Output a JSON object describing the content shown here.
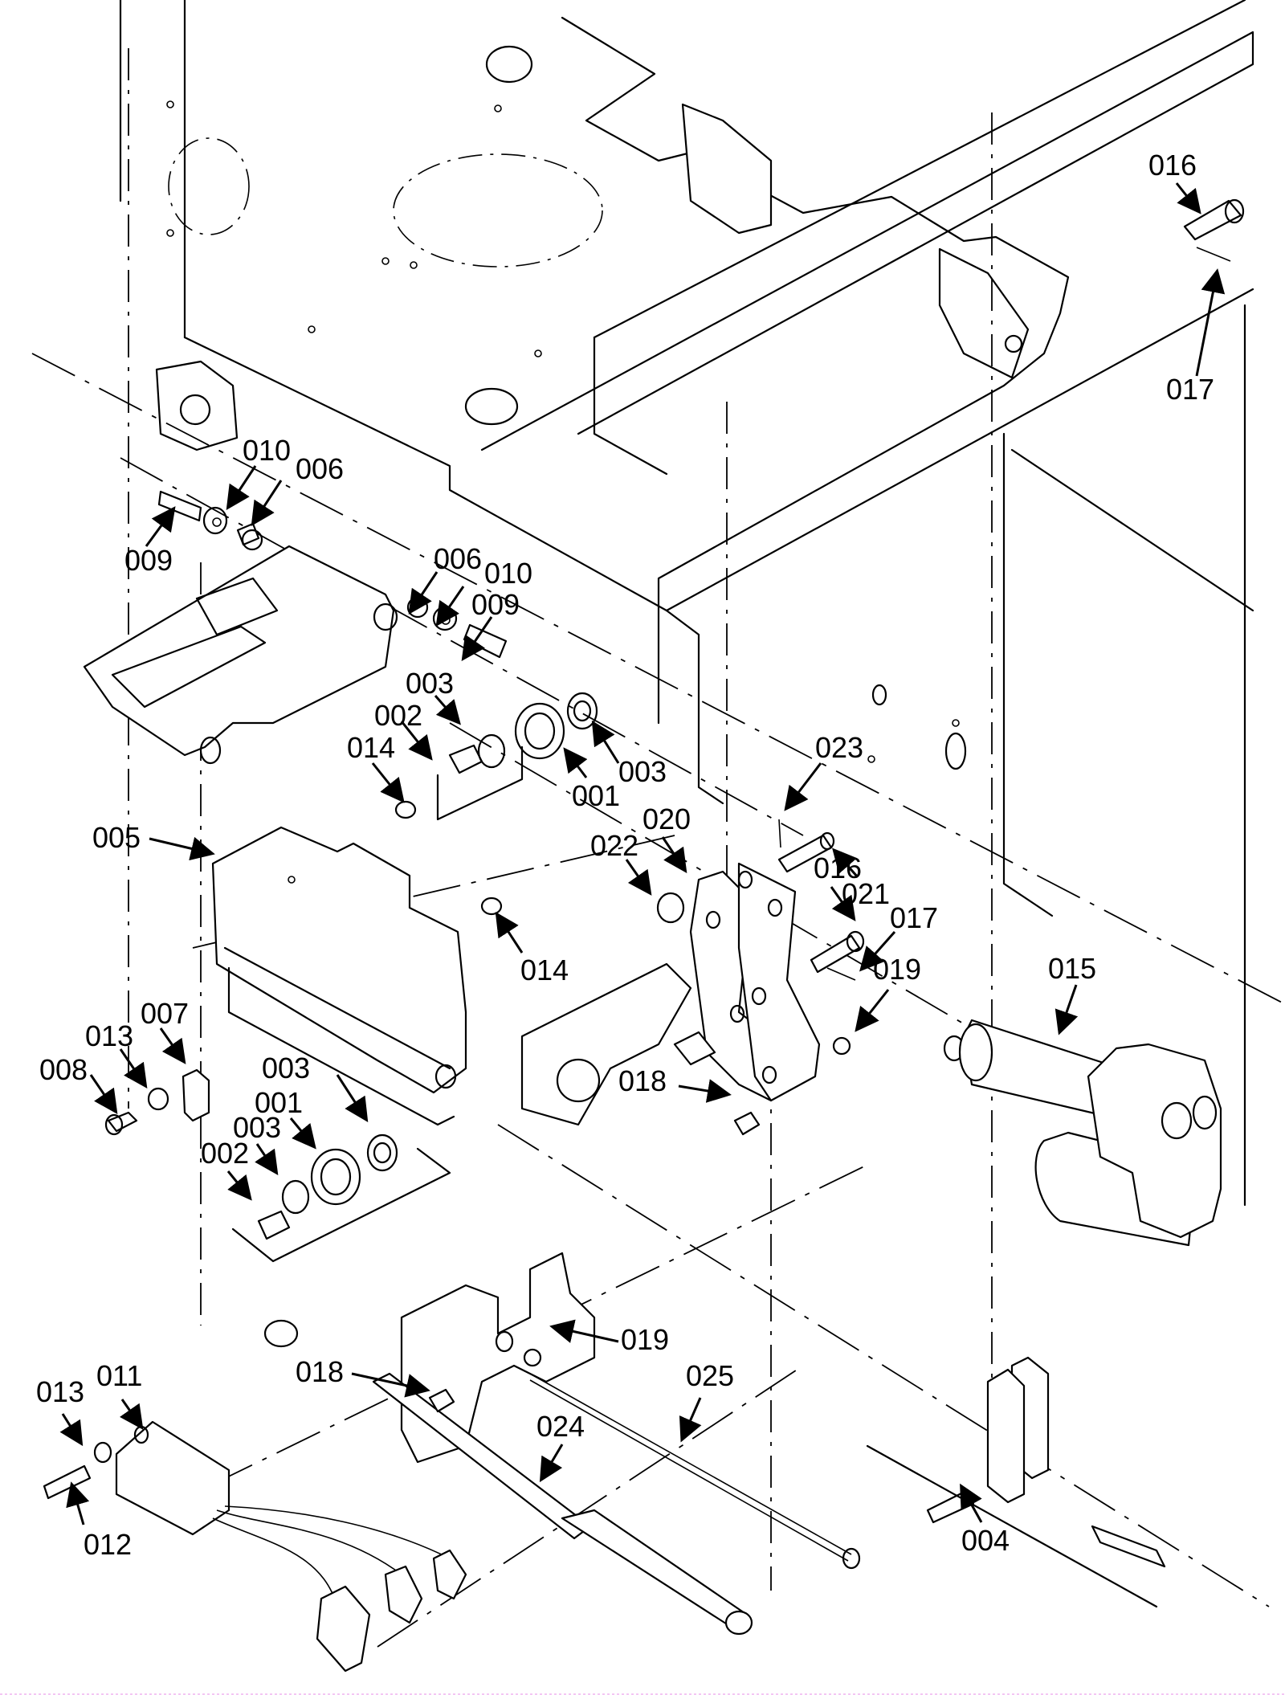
{
  "diagram": {
    "type": "exploded-parts-diagram",
    "style": "black line art on white",
    "callouts": [
      {
        "id": "c016a",
        "label": "016",
        "part": "clevis pin"
      },
      {
        "id": "c017a",
        "label": "017",
        "part": "cotter pin"
      },
      {
        "id": "c010a",
        "label": "010",
        "part": "washer"
      },
      {
        "id": "c006a",
        "label": "006",
        "part": "spacer"
      },
      {
        "id": "c009a",
        "label": "009",
        "part": "screw"
      },
      {
        "id": "c006b",
        "label": "006",
        "part": "spacer"
      },
      {
        "id": "c010b",
        "label": "010",
        "part": "washer"
      },
      {
        "id": "c009b",
        "label": "009",
        "part": "screw"
      },
      {
        "id": "c003a",
        "label": "003",
        "part": "bearing washer"
      },
      {
        "id": "c002a",
        "label": "002",
        "part": "bushing"
      },
      {
        "id": "c014a",
        "label": "014",
        "part": "nut"
      },
      {
        "id": "c003b",
        "label": "003",
        "part": "bearing washer"
      },
      {
        "id": "c001a",
        "label": "001",
        "part": "roller"
      },
      {
        "id": "c023",
        "label": "023",
        "part": "cotter pin"
      },
      {
        "id": "c020",
        "label": "020",
        "part": "bracket"
      },
      {
        "id": "c022",
        "label": "022",
        "part": "washer"
      },
      {
        "id": "c021",
        "label": "021",
        "part": "clevis pin"
      },
      {
        "id": "c016b",
        "label": "016",
        "part": "clevis pin"
      },
      {
        "id": "c017b",
        "label": "017",
        "part": "cotter pin"
      },
      {
        "id": "c005",
        "label": "005",
        "part": "housing"
      },
      {
        "id": "c014b",
        "label": "014",
        "part": "nut"
      },
      {
        "id": "c019a",
        "label": "019",
        "part": "nut"
      },
      {
        "id": "c015",
        "label": "015",
        "part": "linear actuator"
      },
      {
        "id": "c007",
        "label": "007",
        "part": "cable clamp"
      },
      {
        "id": "c013a",
        "label": "013",
        "part": "washer"
      },
      {
        "id": "c008",
        "label": "008",
        "part": "bolt"
      },
      {
        "id": "c018a",
        "label": "018",
        "part": "ball stud"
      },
      {
        "id": "c003c",
        "label": "003",
        "part": "bearing washer"
      },
      {
        "id": "c001b",
        "label": "001",
        "part": "roller"
      },
      {
        "id": "c003d",
        "label": "003",
        "part": "bearing washer"
      },
      {
        "id": "c002b",
        "label": "002",
        "part": "bushing"
      },
      {
        "id": "c019b",
        "label": "019",
        "part": "nut"
      },
      {
        "id": "c018b",
        "label": "018",
        "part": "ball stud"
      },
      {
        "id": "c025",
        "label": "025",
        "part": "rod"
      },
      {
        "id": "c011",
        "label": "011",
        "part": "control module"
      },
      {
        "id": "c013b",
        "label": "013",
        "part": "washer"
      },
      {
        "id": "c024",
        "label": "024",
        "part": "gas spring"
      },
      {
        "id": "c012",
        "label": "012",
        "part": "screw"
      },
      {
        "id": "c004",
        "label": "004",
        "part": "bolt"
      }
    ]
  }
}
